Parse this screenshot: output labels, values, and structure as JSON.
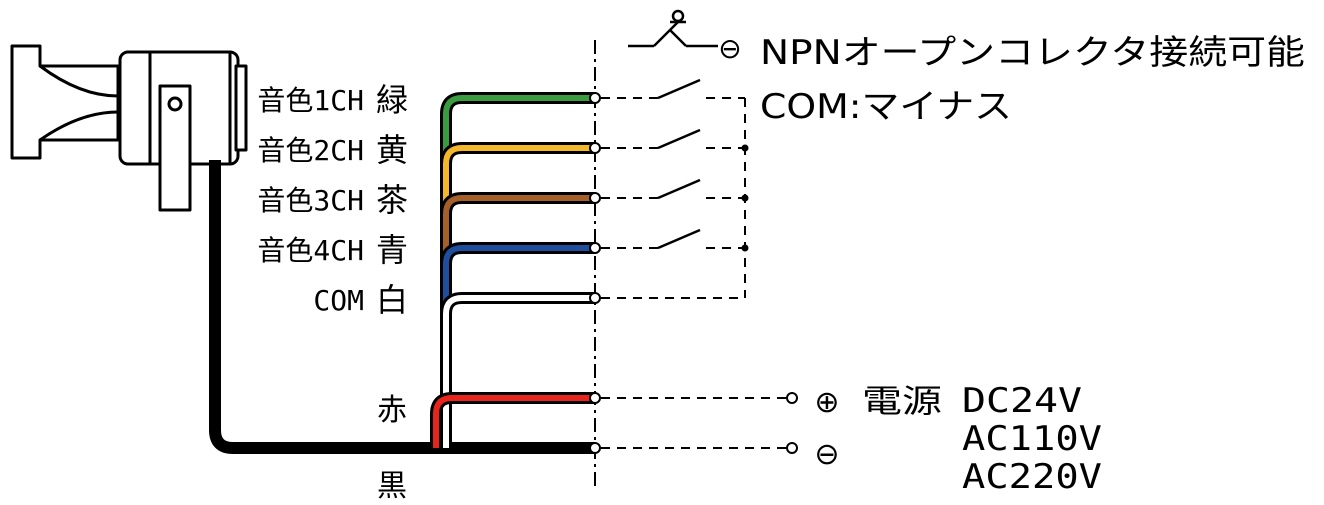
{
  "wires": [
    {
      "label": "音色1CH",
      "color_name": "緑",
      "color": "#3a9b3f"
    },
    {
      "label": "音色2CH",
      "color_name": "黄",
      "color": "#f4b62a"
    },
    {
      "label": "音色3CH",
      "color_name": "茶",
      "color": "#a5602a"
    },
    {
      "label": "音色4CH",
      "color_name": "青",
      "color": "#1f4e9c"
    },
    {
      "label": "COM",
      "color_name": "白",
      "color": "#ffffff"
    }
  ],
  "power_wires": [
    {
      "color_name": "赤",
      "color": "#e8251c"
    },
    {
      "color_name": "黒",
      "color": "#111111"
    }
  ],
  "npn_note": "NPNオープンコレクタ接続可能",
  "com_note": "COM:マイナス",
  "npn_minus_symbol": "⊖",
  "power": {
    "plus_symbol": "⊕",
    "minus_symbol": "⊖",
    "label": "電源",
    "voltages": [
      "DC24V",
      "AC110V",
      "AC220V"
    ]
  }
}
